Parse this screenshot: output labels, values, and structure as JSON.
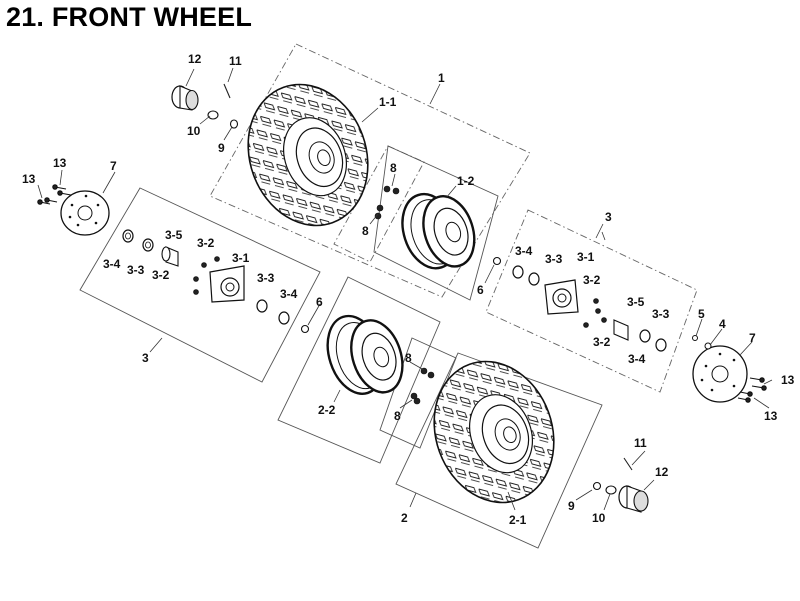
{
  "title": "21. FRONT WHEEL",
  "callouts": {
    "c1": "1",
    "c1_1": "1-1",
    "c1_2": "1-2",
    "c2": "2",
    "c2_1": "2-1",
    "c2_2": "2-2",
    "c3_top": "3",
    "c3_bottom": "3",
    "c3_1_left": "3-1",
    "c3_2_left_a": "3-2",
    "c3_2_left_b": "3-2",
    "c3_3_left_a": "3-3",
    "c3_3_left_b": "3-3",
    "c3_4_left_a": "3-4",
    "c3_4_left_b": "3-4",
    "c3_5_left": "3-5",
    "c3_1_right": "3-1",
    "c3_2_right_a": "3-2",
    "c3_2_right_b": "3-2",
    "c3_3_right_a": "3-3",
    "c3_3_right_b": "3-3",
    "c3_4_right_a": "3-4",
    "c3_4_right_b": "3-4",
    "c3_5_right": "3-5",
    "c4": "4",
    "c5": "5",
    "c6_left": "6",
    "c6_right": "6",
    "c7_left": "7",
    "c7_right": "7",
    "c8_a": "8",
    "c8_b": "8",
    "c8_c": "8",
    "c8_d": "8",
    "c9_top": "9",
    "c9_bottom": "9",
    "c10_top": "10",
    "c10_bottom": "10",
    "c11_top": "11",
    "c11_bottom": "11",
    "c12_top": "12",
    "c12_bottom": "12",
    "c13_a": "13",
    "c13_b": "13",
    "c13_c": "13",
    "c13_d": "13"
  }
}
